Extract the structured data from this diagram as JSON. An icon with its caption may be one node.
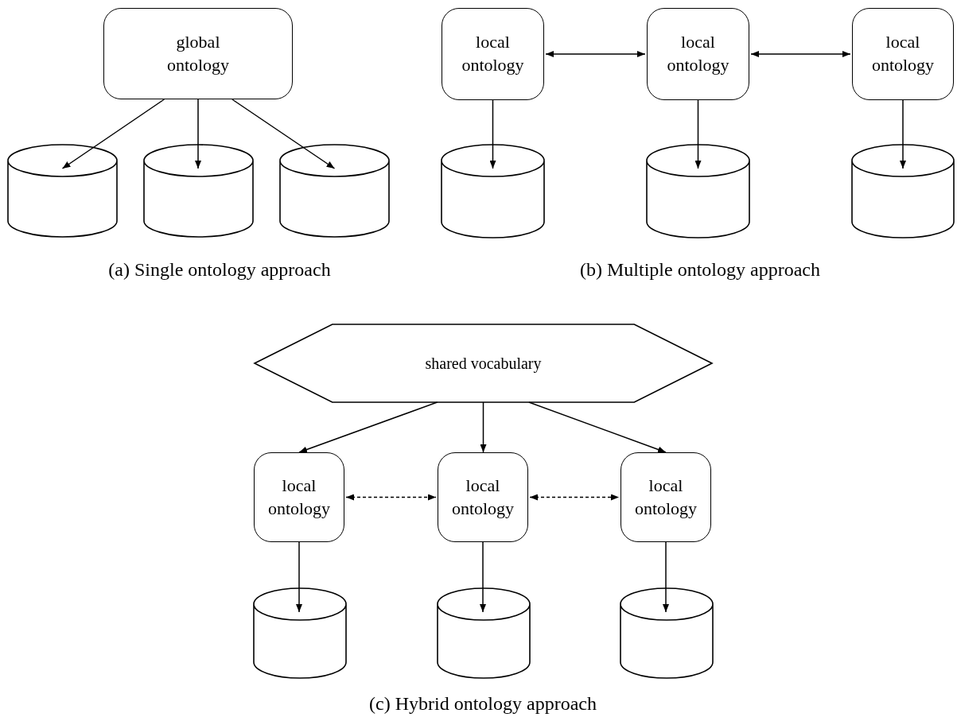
{
  "diagram": {
    "nodes": [
      {
        "text": [
          "global ontology"
        ]
      },
      {
        "text": [],
        "shape": "cylinder"
      },
      {
        "text": [],
        "shape": "cylinder"
      },
      {
        "text": [],
        "shape": "cylinder"
      },
      {
        "text": [
          "local ontology"
        ]
      },
      {
        "text": [
          "local ontology"
        ]
      },
      {
        "text": [
          "local ontology"
        ]
      },
      {
        "text": [],
        "shape": "cylinder"
      },
      {
        "text": [],
        "shape": "cylinder"
      },
      {
        "text": [],
        "shape": "cylinder"
      },
      {
        "text": [
          "shared vocabulary"
        ]
      },
      {
        "text": [
          "local ontology"
        ]
      },
      {
        "text": [
          "local ontology"
        ]
      },
      {
        "text": [
          "local ontology"
        ]
      },
      {
        "text": [],
        "shape": "cylinder"
      },
      {
        "text": [],
        "shape": "cylinder"
      },
      {
        "text": [],
        "shape": "cylinder"
      }
    ],
    "edges": [
      {
        "from": 0,
        "to": 1,
        "arrow": "to"
      },
      {
        "from": 0,
        "to": 2,
        "arrow": "to"
      },
      {
        "from": 0,
        "to": 3,
        "arrow": "to"
      },
      {
        "from": 4,
        "to": 5,
        "arrow": "both"
      },
      {
        "from": 5,
        "to": 6,
        "arrow": "both"
      },
      {
        "from": 4,
        "to": 7,
        "arrow": "to"
      },
      {
        "from": 5,
        "to": 8,
        "arrow": "to"
      },
      {
        "from": 6,
        "to": 9,
        "arrow": "to"
      },
      {
        "from": 10,
        "to": 11,
        "arrow": "to"
      },
      {
        "from": 10,
        "to": 12,
        "arrow": "to"
      },
      {
        "from": 10,
        "to": 13,
        "arrow": "to"
      },
      {
        "from": 11,
        "to": 12,
        "arrow": "both",
        "style": "dashed"
      },
      {
        "from": 12,
        "to": 13,
        "arrow": "both",
        "style": "dashed"
      },
      {
        "from": 11,
        "to": 14,
        "arrow": "to"
      },
      {
        "from": 12,
        "to": 15,
        "arrow": "to"
      },
      {
        "from": 13,
        "to": 16,
        "arrow": "to"
      }
    ],
    "labels": [
      "(a) Single ontology approach",
      "(b) Multiple ontology approach",
      "(c) Hybrid ontology approach"
    ]
  }
}
